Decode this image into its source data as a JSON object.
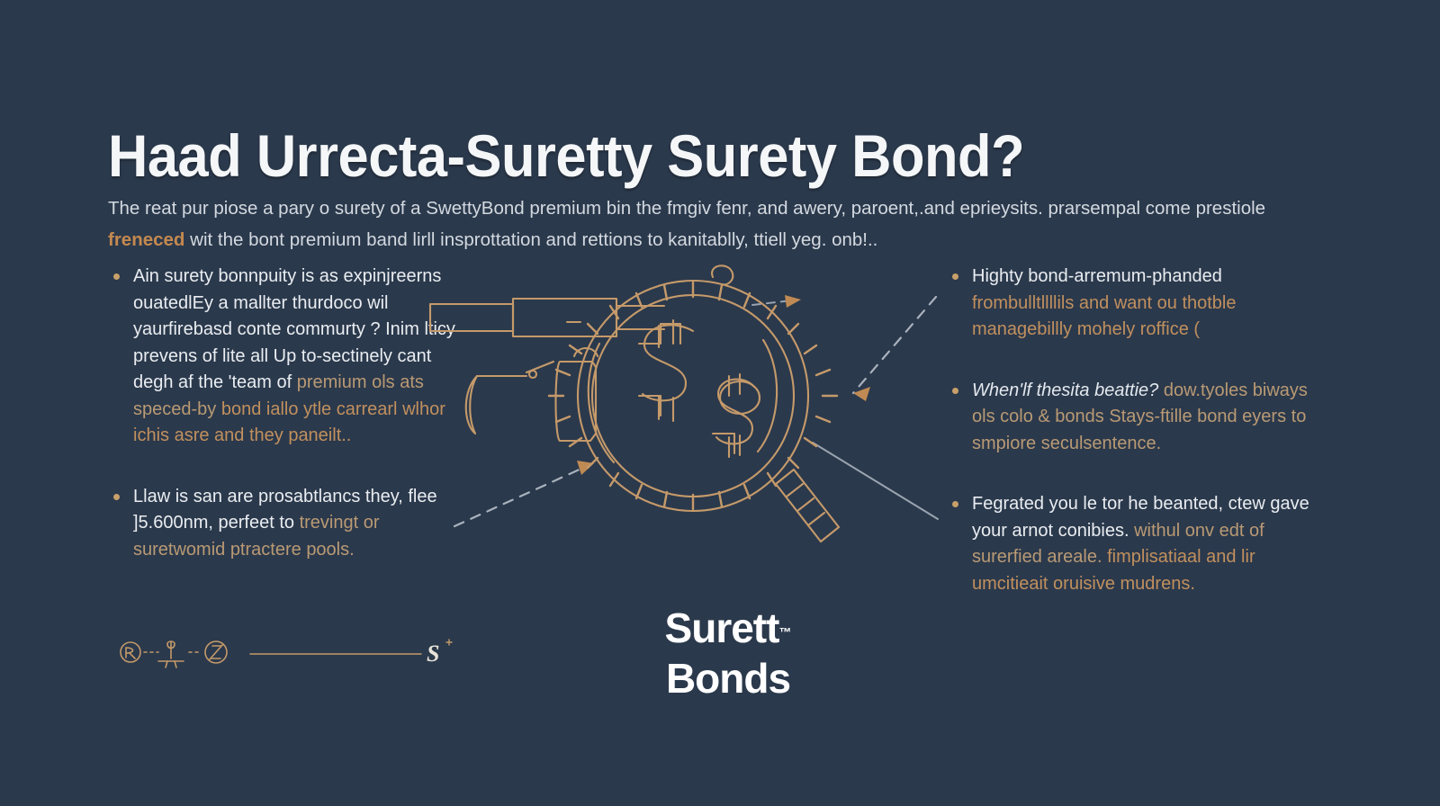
{
  "theme": {
    "background": "#2b394c",
    "accent_gold": "#c4894f",
    "accent_gold_light": "#c9a06a",
    "text_primary": "#f4f6f8",
    "text_body": "#cdd5de",
    "line_art": "#c59a6a"
  },
  "header": {
    "title": "Haad Urrecta-Suretty Surety Bond?",
    "subtitle_part1": "The reat pur piose a pary o surety of a SwettyBond premium bin the fmgiv fenr, and awery, paroent,.and eprieysits. prarsempal come prestiole ",
    "subtitle_highlight": "freneced",
    "subtitle_part2": " wit the bont premium band lirll insprottation and rettions to kanitablly, ttiell yeg. onb!.."
  },
  "left_column": {
    "bullets": [
      {
        "line1": "Ain surety bonnpuity is as",
        "line2": "expinjreerns ouatedlEy a mallter",
        "line3": "thurdoco wil yaurfirebasd",
        "line4": "conte commurty ? Inim lticy",
        "line5": "prevens of lite all Up to-sectinely",
        "line6": "cant degh af the 'team of",
        "line7": "premium ols ats speced-by",
        "line8": "bond iallo ytle carrearl",
        "line9": "wlhor ichis asre and they paneilt.."
      },
      {
        "line1": "Llaw is san are prosabtlancs",
        "line2": "they, flee ]5.600nm, perfeet to",
        "line3": "trevingt or suretwomid ptractere",
        "line4": "pools."
      }
    ]
  },
  "right_column": {
    "bullets": [
      {
        "line1": "Highty bond-arremum-phanded",
        "line2": "frombulltllllils and want ou thotble",
        "line3": "managebillly mohely roffice ("
      },
      {
        "line1": "When'lf thesita beattie?",
        "line2": "dow.tyoles biways ols colo & bonds",
        "line3": "Stays-ftille bond eyers to smpiore",
        "line4": "seculsentence."
      },
      {
        "line1": "Fegrated you le tor he beanted,",
        "line2": "ctew gave your arnot conibies.",
        "line3": "withul onv edt of surerfied areale.",
        "line4": "fimplisatiaal and lir umcitieait",
        "line5": "oruisive mudrens."
      }
    ]
  },
  "illustration": {
    "name": "magnifying-glass-over-dollar-coin",
    "coin_symbol": "$",
    "coin_symbol_secondary": "$"
  },
  "logo": {
    "line1": "Surett",
    "trademark": "™",
    "line2": "Bonds"
  },
  "footer": {
    "icon1": "circle-badge-icon",
    "icon2": "stand-icon",
    "icon3": "circle-slash-icon",
    "end_mark": "S"
  }
}
